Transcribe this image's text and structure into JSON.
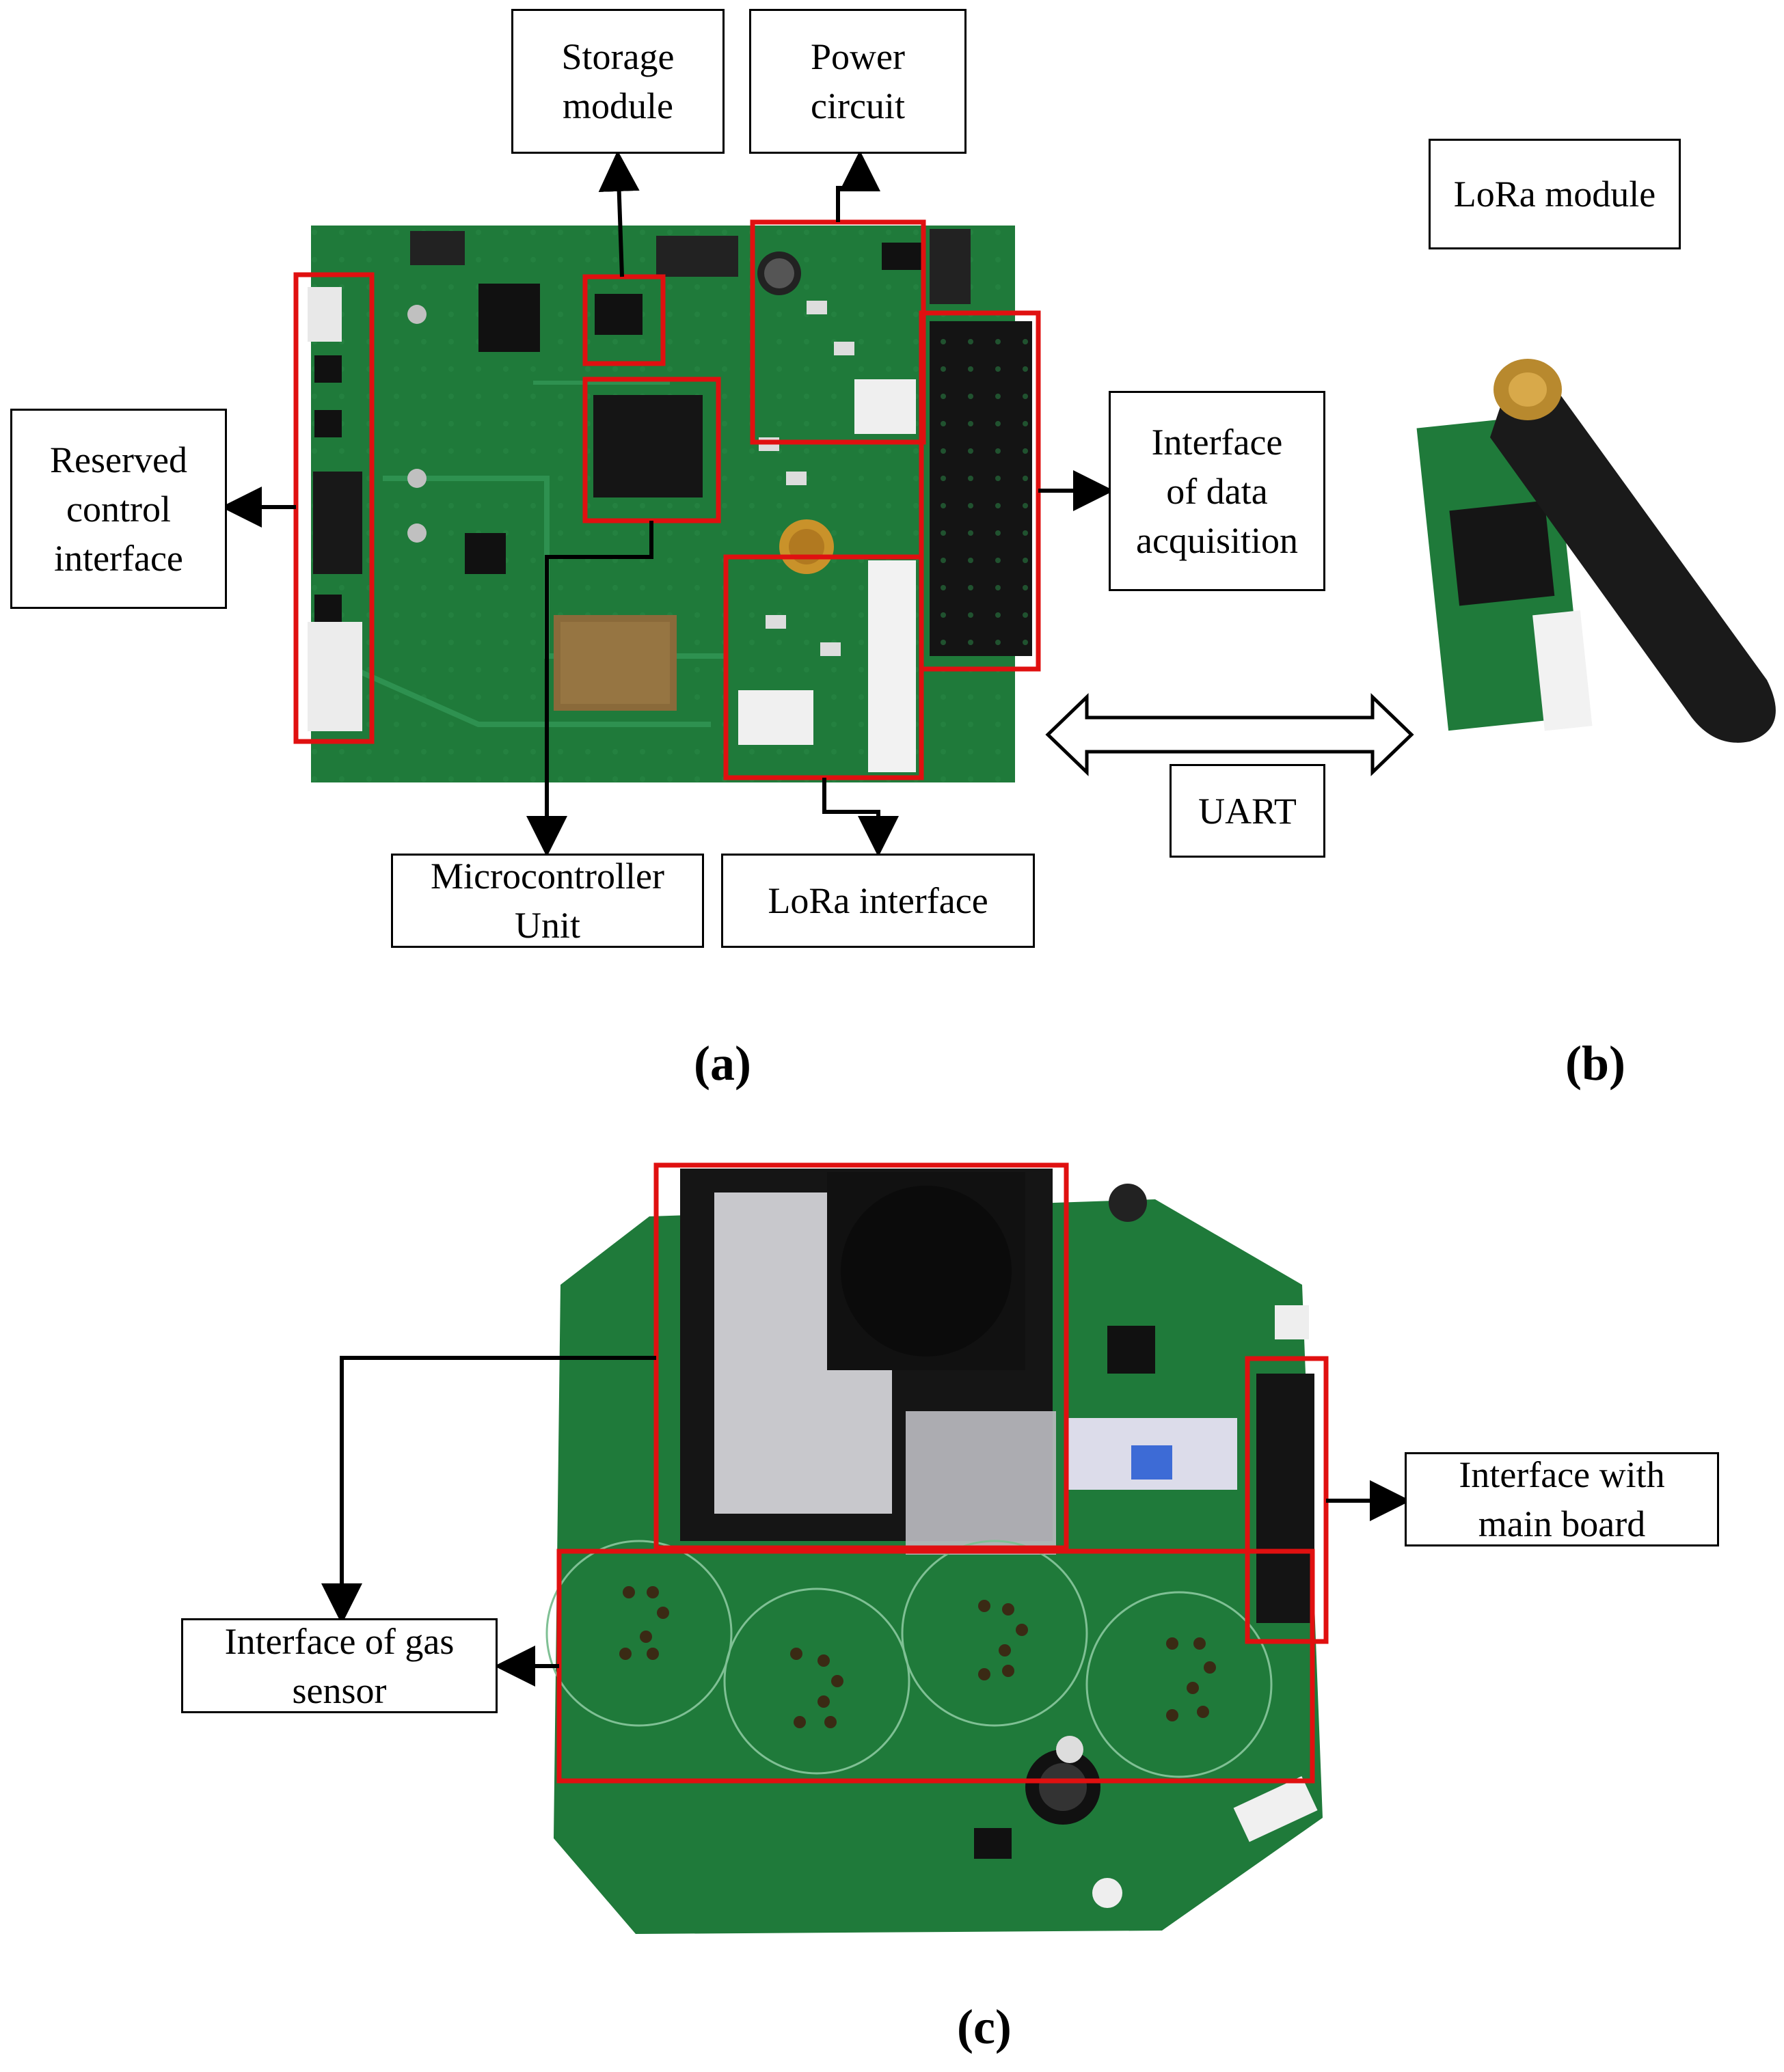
{
  "panel_a": {
    "labels": {
      "storage": "Storage\nmodule",
      "power": "Power\ncircuit",
      "reserved": "Reserved\ncontrol\ninterface",
      "data_acq": "Interface\nof data\nacquisition",
      "mcu": "Microcontroller\nUnit",
      "lora_interface": "LoRa interface"
    },
    "uart": "UART",
    "caption": "(a)"
  },
  "panel_b": {
    "label": "LoRa module",
    "caption": "(b)"
  },
  "panel_c": {
    "labels": {
      "main_board": "Interface with\nmain board",
      "gas_sensor": "Interface of gas\nsensor"
    },
    "caption": "(c)"
  },
  "colors": {
    "pcb_green": "#1f7a3a",
    "highlight_red": "#e01010"
  }
}
